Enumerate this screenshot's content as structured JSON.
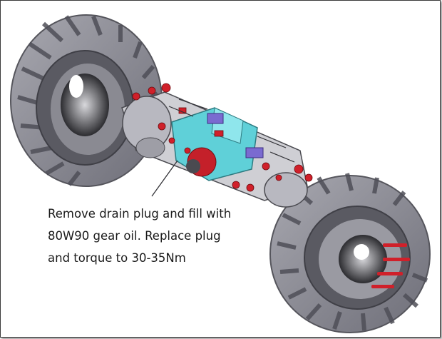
{
  "callout": {
    "lines": [
      "Remove drain plug and fill with",
      "80W90 gear oil. Replace plug",
      "and torque to 30-35Nm"
    ]
  },
  "colors": {
    "tire": "#8c8c96",
    "tread": "#6b6b75",
    "rim": "#3a3a3f",
    "housing": "#5fd0d8",
    "bolt": "#d0202a",
    "motor": "#7a6ad0",
    "frame": "#cfcfd4"
  },
  "icons": [
    "tractor-tire-icon",
    "drive-axle-icon",
    "leader-line-icon"
  ]
}
